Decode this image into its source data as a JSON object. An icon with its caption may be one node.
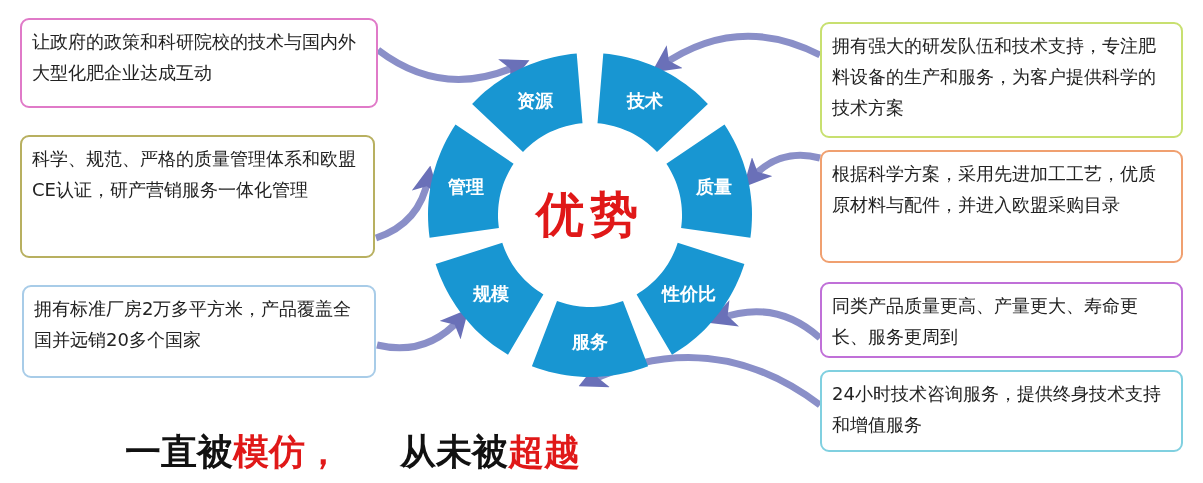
{
  "diagram": {
    "nodes": [
      {
        "text": [
          "让政府的政策和科研院校的技术与国内外大型化肥企业达成互动"
        ]
      },
      {
        "text": [
          "科学、规范、严格的质量管理体系和欧盟CE认证，研产营销服务一体化管理"
        ]
      },
      {
        "text": [
          "拥有标准厂房2万多平方米，产品覆盖全国并远销20多个国家"
        ]
      },
      {
        "text": [
          "资源"
        ]
      },
      {
        "text": [
          "技术"
        ]
      },
      {
        "text": [
          "质量"
        ]
      },
      {
        "text": [
          "性价比"
        ]
      },
      {
        "text": [
          "服务"
        ]
      },
      {
        "text": [
          "规模"
        ]
      },
      {
        "text": [
          "管理"
        ]
      },
      {
        "text": [
          "拥有强大的研发队伍和技术支持，专注肥料设备的生产和服务，为客户提供科学的技术方案"
        ]
      },
      {
        "text": [
          "根据科学方案，采用先进加工工艺，优质原材料与配件，并进入欧盟采购目录"
        ]
      },
      {
        "text": [
          "同类产品质量更高、产量更大、寿命更长、服务更周到"
        ]
      },
      {
        "text": [
          "24小时技术咨询服务，提供终身技术支持和增值服务"
        ]
      }
    ],
    "edges": [
      {
        "from": 0,
        "to": 3,
        "arrow": "to"
      },
      {
        "from": 1,
        "to": 9,
        "arrow": "to"
      },
      {
        "from": 2,
        "to": 8,
        "arrow": "to"
      },
      {
        "from": 10,
        "to": 4,
        "arrow": "to"
      },
      {
        "from": 11,
        "to": 5,
        "arrow": "to"
      },
      {
        "from": 12,
        "to": 6,
        "arrow": "to"
      },
      {
        "from": 13,
        "to": 7,
        "arrow": "to"
      }
    ],
    "labels": [
      "优势",
      "一直被模仿，",
      "从未被超越"
    ]
  }
}
